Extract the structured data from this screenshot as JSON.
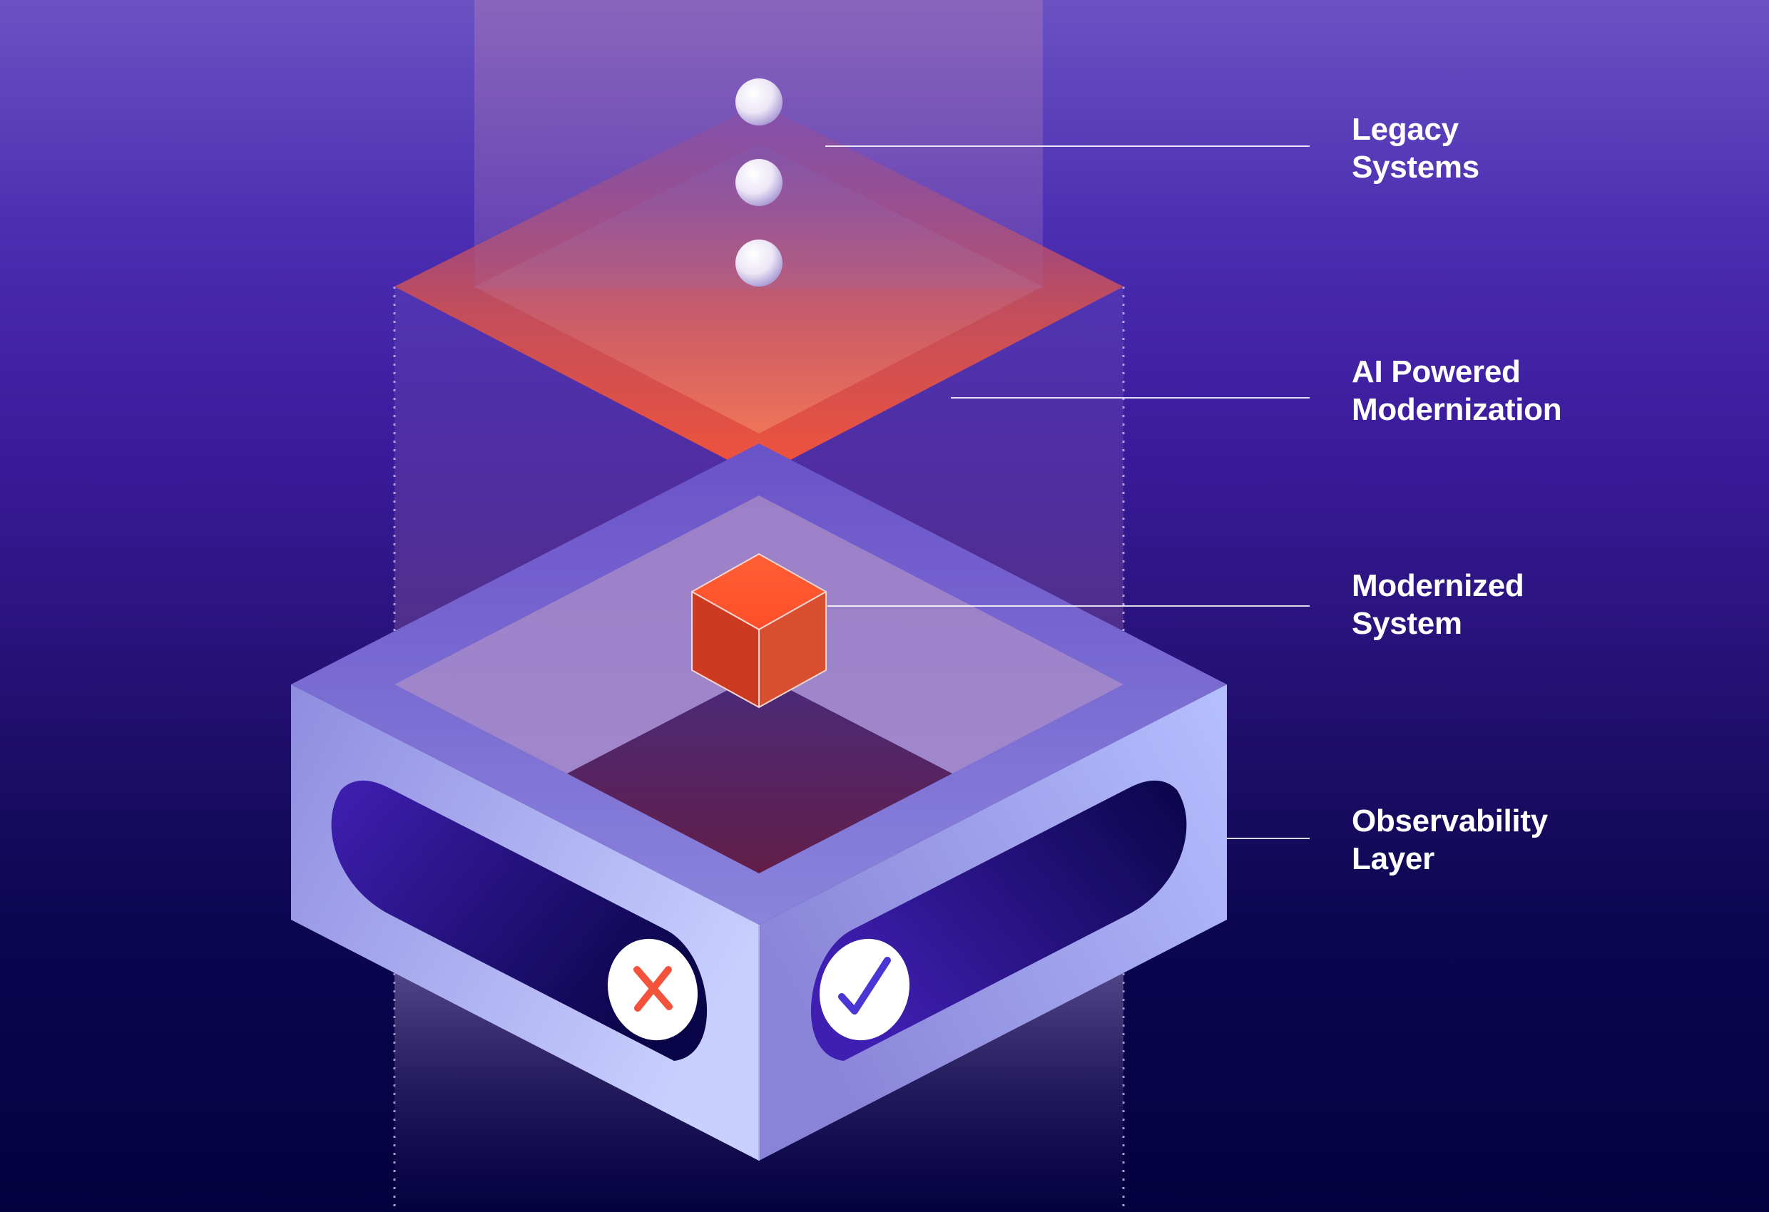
{
  "labels": {
    "legacy": {
      "line1": "Legacy",
      "line2": "Systems"
    },
    "ai": {
      "line1": "AI Powered",
      "line2": "Modernization"
    },
    "modernized": {
      "line1": "Modernized",
      "line2": "System"
    },
    "observability": {
      "line1": "Observability",
      "line2": "Layer"
    }
  },
  "icons": {
    "reject": "x-mark-icon",
    "approve": "check-mark-icon"
  },
  "colors": {
    "background_top": "#6a52c4",
    "background_bottom": "#05013f",
    "accent_orange": "#f2533a",
    "cube_top": "#ff5a32",
    "box_light": "#c3cbff",
    "box_dark": "#3d1fae",
    "text": "#ffffff"
  }
}
